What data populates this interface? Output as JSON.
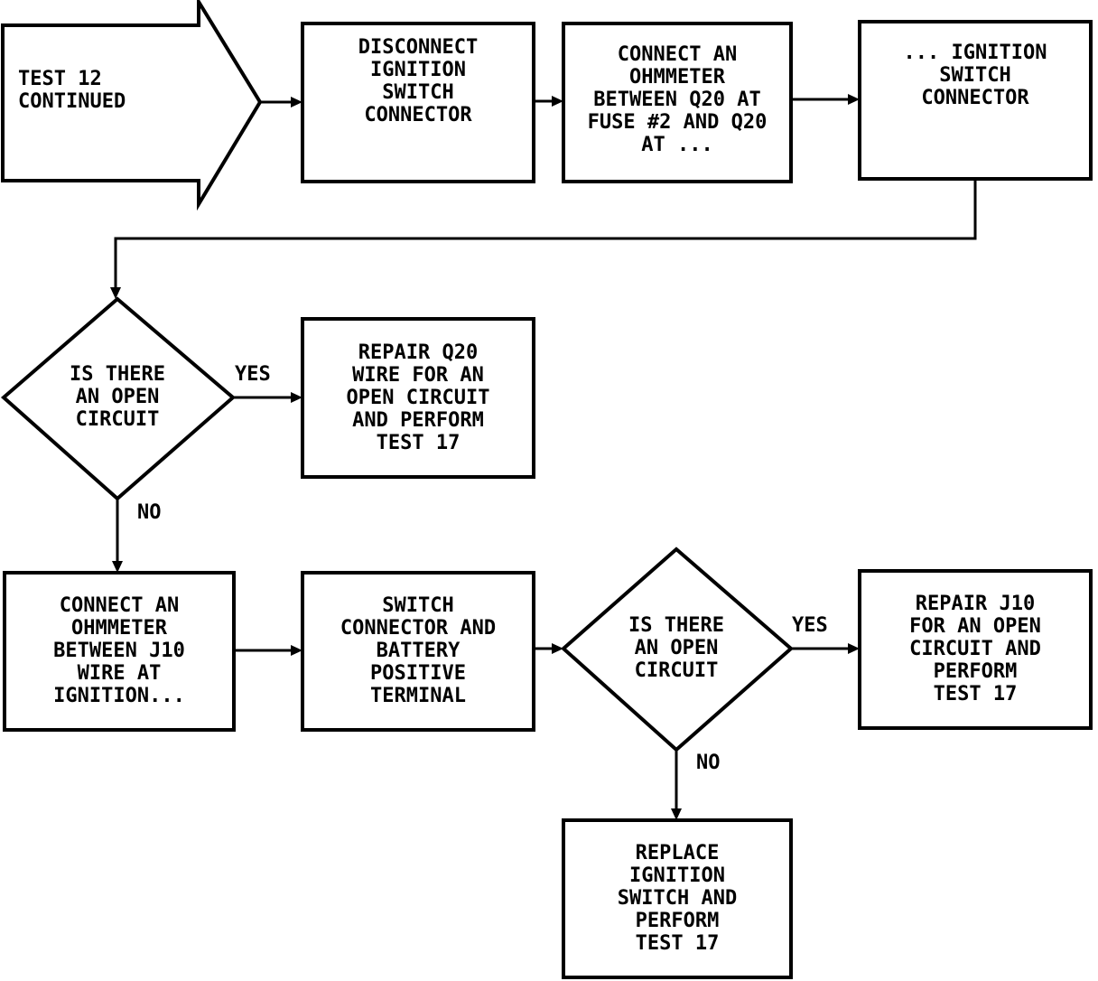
{
  "start": {
    "lines": [
      "TEST 12",
      "CONTINUED"
    ]
  },
  "boxes": {
    "disconnect": {
      "lines": [
        "DISCONNECT",
        "IGNITION",
        "SWITCH",
        "CONNECTOR"
      ]
    },
    "connect_q20": {
      "lines": [
        "CONNECT AN",
        "OHMMETER",
        "BETWEEN Q20 AT",
        "FUSE #2 AND Q20",
        "AT ..."
      ]
    },
    "ignition_connector": {
      "lines": [
        "... IGNITION",
        "SWITCH",
        "CONNECTOR"
      ]
    },
    "repair_q20": {
      "lines": [
        "REPAIR Q20",
        "WIRE FOR AN",
        "OPEN CIRCUIT",
        "AND PERFORM",
        "TEST 17"
      ]
    },
    "connect_j10": {
      "lines": [
        "CONNECT AN",
        "OHMMETER",
        "BETWEEN J10",
        "WIRE AT",
        "IGNITION..."
      ]
    },
    "switch_battery": {
      "lines": [
        "SWITCH",
        "CONNECTOR AND",
        "BATTERY",
        "POSITIVE",
        "TERMINAL"
      ]
    },
    "repair_j10": {
      "lines": [
        "REPAIR J10",
        "FOR AN OPEN",
        "CIRCUIT AND",
        "PERFORM",
        "TEST 17"
      ]
    },
    "replace_switch": {
      "lines": [
        "REPLACE",
        "IGNITION",
        "SWITCH AND",
        "PERFORM",
        "TEST 17"
      ]
    }
  },
  "decisions": {
    "open_circuit_1": {
      "lines": [
        "IS THERE",
        "AN OPEN",
        "CIRCUIT"
      ]
    },
    "open_circuit_2": {
      "lines": [
        "IS THERE",
        "AN OPEN",
        "CIRCUIT"
      ]
    }
  },
  "branch_labels": {
    "yes_1": "YES",
    "no_1": "NO",
    "yes_2": "YES",
    "no_2": "NO"
  }
}
